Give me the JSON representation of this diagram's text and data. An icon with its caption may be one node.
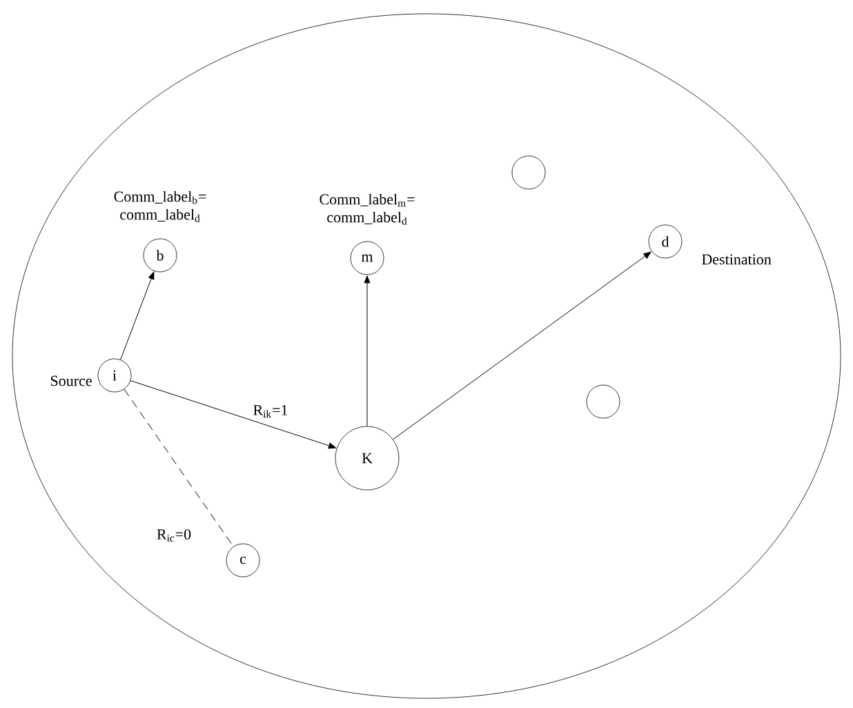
{
  "diagram": {
    "nodes": [
      {
        "text": [],
        "shape": "ellipse"
      },
      {
        "text": [],
        "shape": "circle",
        "in": 0
      },
      {
        "text": [
          "d"
        ],
        "beside": [
          "Destination"
        ],
        "in": 0
      },
      {
        "text": [
          "b"
        ],
        "beside": [
          "Comm_label$_{b}$= comm_label$_{d}$"
        ],
        "in": 0
      },
      {
        "text": [
          "m"
        ],
        "beside": [
          "Comm_label$_{m}$= comm_label$_{d}$"
        ],
        "in": 0
      },
      {
        "text": [
          "i"
        ],
        "beside": [
          "Source"
        ],
        "in": 0
      },
      {
        "text": [],
        "shape": "circle",
        "in": 0
      },
      {
        "text": [
          "K"
        ],
        "in": 0
      },
      {
        "text": [
          "c"
        ],
        "in": 0
      }
    ],
    "edges": [
      {
        "from": 5,
        "to": 3,
        "arrow": "to"
      },
      {
        "from": 7,
        "to": 4,
        "arrow": "to"
      },
      {
        "from": 7,
        "to": 2,
        "arrow": "to"
      },
      {
        "from": 5,
        "to": 7,
        "arrow": "to",
        "label": "R$_{ik}$=1"
      },
      {
        "from": 5,
        "to": 8,
        "arrow": "none",
        "style": "dashed",
        "label": "R$_{ic}$=0"
      }
    ]
  }
}
